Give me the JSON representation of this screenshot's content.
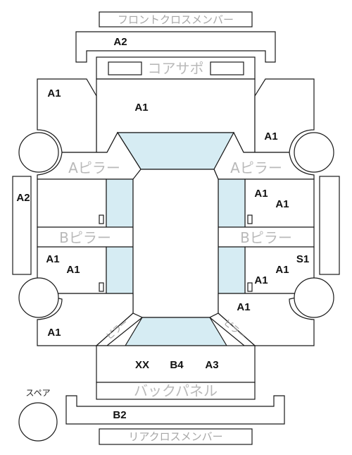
{
  "parts": {
    "front_cross_member": "フロントクロスメンバー",
    "radiator_support": "コアサポ",
    "a_pillar_left": "Aピラー",
    "a_pillar_right": "Aピラー",
    "b_pillar_left": "Bピラー",
    "b_pillar_right": "Bピラー",
    "back_panel": "バックパネル",
    "rear_cross_member": "リアクロスメンバー",
    "spare": "スペア",
    "rear_corner_left": "ピラー",
    "rear_corner_right": "ピラー"
  },
  "grades": {
    "front_cross_member_upper": "A2",
    "front_left_fender": "A1",
    "hood": "A1",
    "front_right_fender": "A1",
    "left_side_strip": "A2",
    "front_right_door_1": "A1",
    "front_right_door_2": "A1",
    "rear_left_door_1": "A1",
    "rear_left_door_2": "A1",
    "rear_right_door_s": "S1",
    "rear_right_door_1": "A1",
    "rear_right_door_2": "A1",
    "rear_right_quarter": "A1",
    "rear_left_quarter": "A1",
    "roof_rear_left": "XX",
    "trunk": "B4",
    "roof_rear_right": "A3",
    "rear_cross_member_upper": "B2"
  },
  "colors": {
    "glass": "#d6ecf3",
    "outline": "#1a1a1a",
    "part_label": "#a7a7a7"
  }
}
